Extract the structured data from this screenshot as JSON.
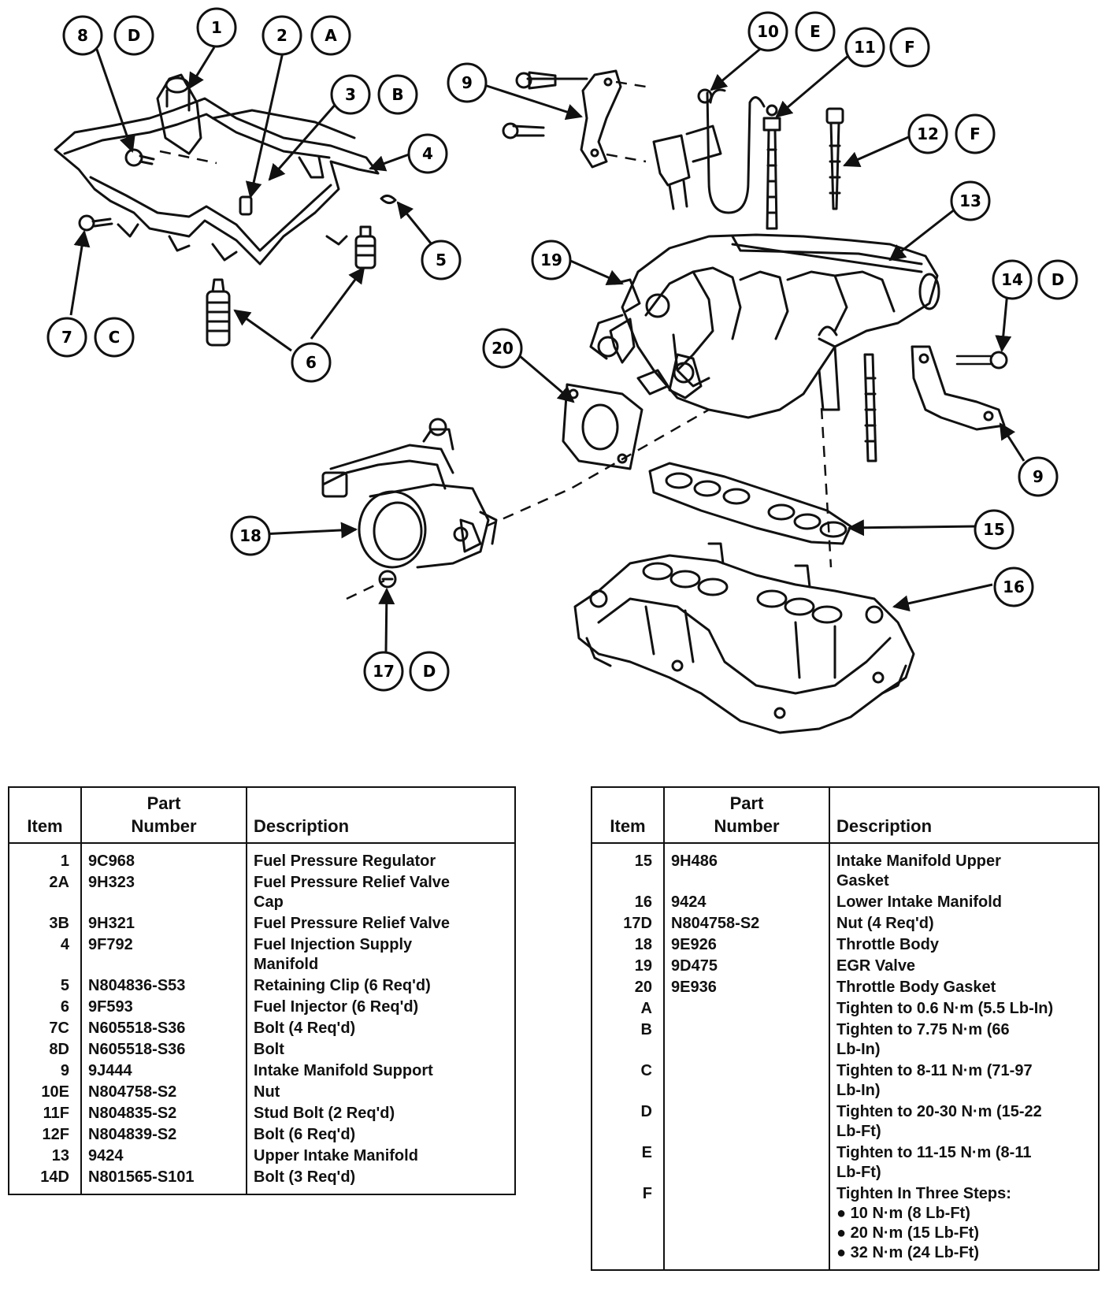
{
  "callouts": [
    {
      "id": "c1",
      "label": "1"
    },
    {
      "id": "c2",
      "label": "2"
    },
    {
      "id": "cA",
      "label": "A"
    },
    {
      "id": "c3",
      "label": "3"
    },
    {
      "id": "cB",
      "label": "B"
    },
    {
      "id": "c4",
      "label": "4"
    },
    {
      "id": "c5",
      "label": "5"
    },
    {
      "id": "c6",
      "label": "6"
    },
    {
      "id": "c7",
      "label": "7"
    },
    {
      "id": "cC",
      "label": "C"
    },
    {
      "id": "c8",
      "label": "8"
    },
    {
      "id": "cD1",
      "label": "D"
    },
    {
      "id": "c9a",
      "label": "9"
    },
    {
      "id": "c9b",
      "label": "9"
    },
    {
      "id": "c10",
      "label": "10"
    },
    {
      "id": "cE",
      "label": "E"
    },
    {
      "id": "c11",
      "label": "11"
    },
    {
      "id": "cF1",
      "label": "F"
    },
    {
      "id": "c12",
      "label": "12"
    },
    {
      "id": "cF2",
      "label": "F"
    },
    {
      "id": "c13",
      "label": "13"
    },
    {
      "id": "c14",
      "label": "14"
    },
    {
      "id": "cD2",
      "label": "D"
    },
    {
      "id": "c15",
      "label": "15"
    },
    {
      "id": "c16",
      "label": "16"
    },
    {
      "id": "c17",
      "label": "17"
    },
    {
      "id": "cD3",
      "label": "D"
    },
    {
      "id": "c18",
      "label": "18"
    },
    {
      "id": "c19",
      "label": "19"
    },
    {
      "id": "c20",
      "label": "20"
    }
  ],
  "table_headers": {
    "item": "Item",
    "part_line1": "Part",
    "part_line2": "Number",
    "description": "Description"
  },
  "table_left": [
    {
      "item": "1",
      "part": "9C968",
      "desc": [
        "Fuel Pressure Regulator"
      ]
    },
    {
      "item": "2A",
      "part": "9H323",
      "desc": [
        "Fuel Pressure Relief Valve",
        "Cap"
      ]
    },
    {
      "item": "3B",
      "part": "9H321",
      "desc": [
        "Fuel Pressure Relief Valve"
      ]
    },
    {
      "item": "4",
      "part": "9F792",
      "desc": [
        "Fuel Injection Supply",
        "Manifold"
      ]
    },
    {
      "item": "5",
      "part": "N804836-S53",
      "desc": [
        "Retaining Clip (6 Req'd)"
      ]
    },
    {
      "item": "6",
      "part": "9F593",
      "desc": [
        "Fuel Injector (6 Req'd)"
      ]
    },
    {
      "item": "7C",
      "part": "N605518-S36",
      "desc": [
        "Bolt (4 Req'd)"
      ]
    },
    {
      "item": "8D",
      "part": "N605518-S36",
      "desc": [
        "Bolt"
      ]
    },
    {
      "item": "9",
      "part": "9J444",
      "desc": [
        "Intake Manifold Support"
      ]
    },
    {
      "item": "10E",
      "part": "N804758-S2",
      "desc": [
        "Nut"
      ]
    },
    {
      "item": "11F",
      "part": "N804835-S2",
      "desc": [
        "Stud Bolt (2 Req'd)"
      ]
    },
    {
      "item": "12F",
      "part": "N804839-S2",
      "desc": [
        "Bolt (6 Req'd)"
      ]
    },
    {
      "item": "13",
      "part": "9424",
      "desc": [
        "Upper Intake Manifold"
      ]
    },
    {
      "item": "14D",
      "part": "N801565-S101",
      "desc": [
        "Bolt (3 Req'd)"
      ]
    }
  ],
  "table_right": [
    {
      "item": "15",
      "part": "9H486",
      "desc": [
        "Intake Manifold Upper",
        "Gasket"
      ]
    },
    {
      "item": "16",
      "part": "9424",
      "desc": [
        "Lower Intake Manifold"
      ]
    },
    {
      "item": "17D",
      "part": "N804758-S2",
      "desc": [
        "Nut (4 Req'd)"
      ]
    },
    {
      "item": "18",
      "part": "9E926",
      "desc": [
        "Throttle Body"
      ]
    },
    {
      "item": "19",
      "part": "9D475",
      "desc": [
        "EGR Valve"
      ]
    },
    {
      "item": "20",
      "part": "9E936",
      "desc": [
        "Throttle Body Gasket"
      ]
    },
    {
      "item": "A",
      "part": "",
      "desc": [
        "Tighten to 0.6 N·m (5.5 Lb-In)"
      ]
    },
    {
      "item": "B",
      "part": "",
      "desc": [
        "Tighten to 7.75 N·m (66",
        "Lb-In)"
      ]
    },
    {
      "item": "C",
      "part": "",
      "desc": [
        "Tighten to 8-11 N·m (71-97",
        "Lb-In)"
      ]
    },
    {
      "item": "D",
      "part": "",
      "desc": [
        "Tighten to 20-30 N·m (15-22",
        "Lb-Ft)"
      ]
    },
    {
      "item": "E",
      "part": "",
      "desc": [
        "Tighten to 11-15 N·m (8-11",
        "Lb-Ft)"
      ]
    },
    {
      "item": "F",
      "part": "",
      "desc": [
        "Tighten In Three Steps:",
        "● 10 N·m (8 Lb-Ft)",
        "● 20 N·m (15 Lb-Ft)",
        "● 32 N·m (24 Lb-Ft)"
      ]
    }
  ]
}
